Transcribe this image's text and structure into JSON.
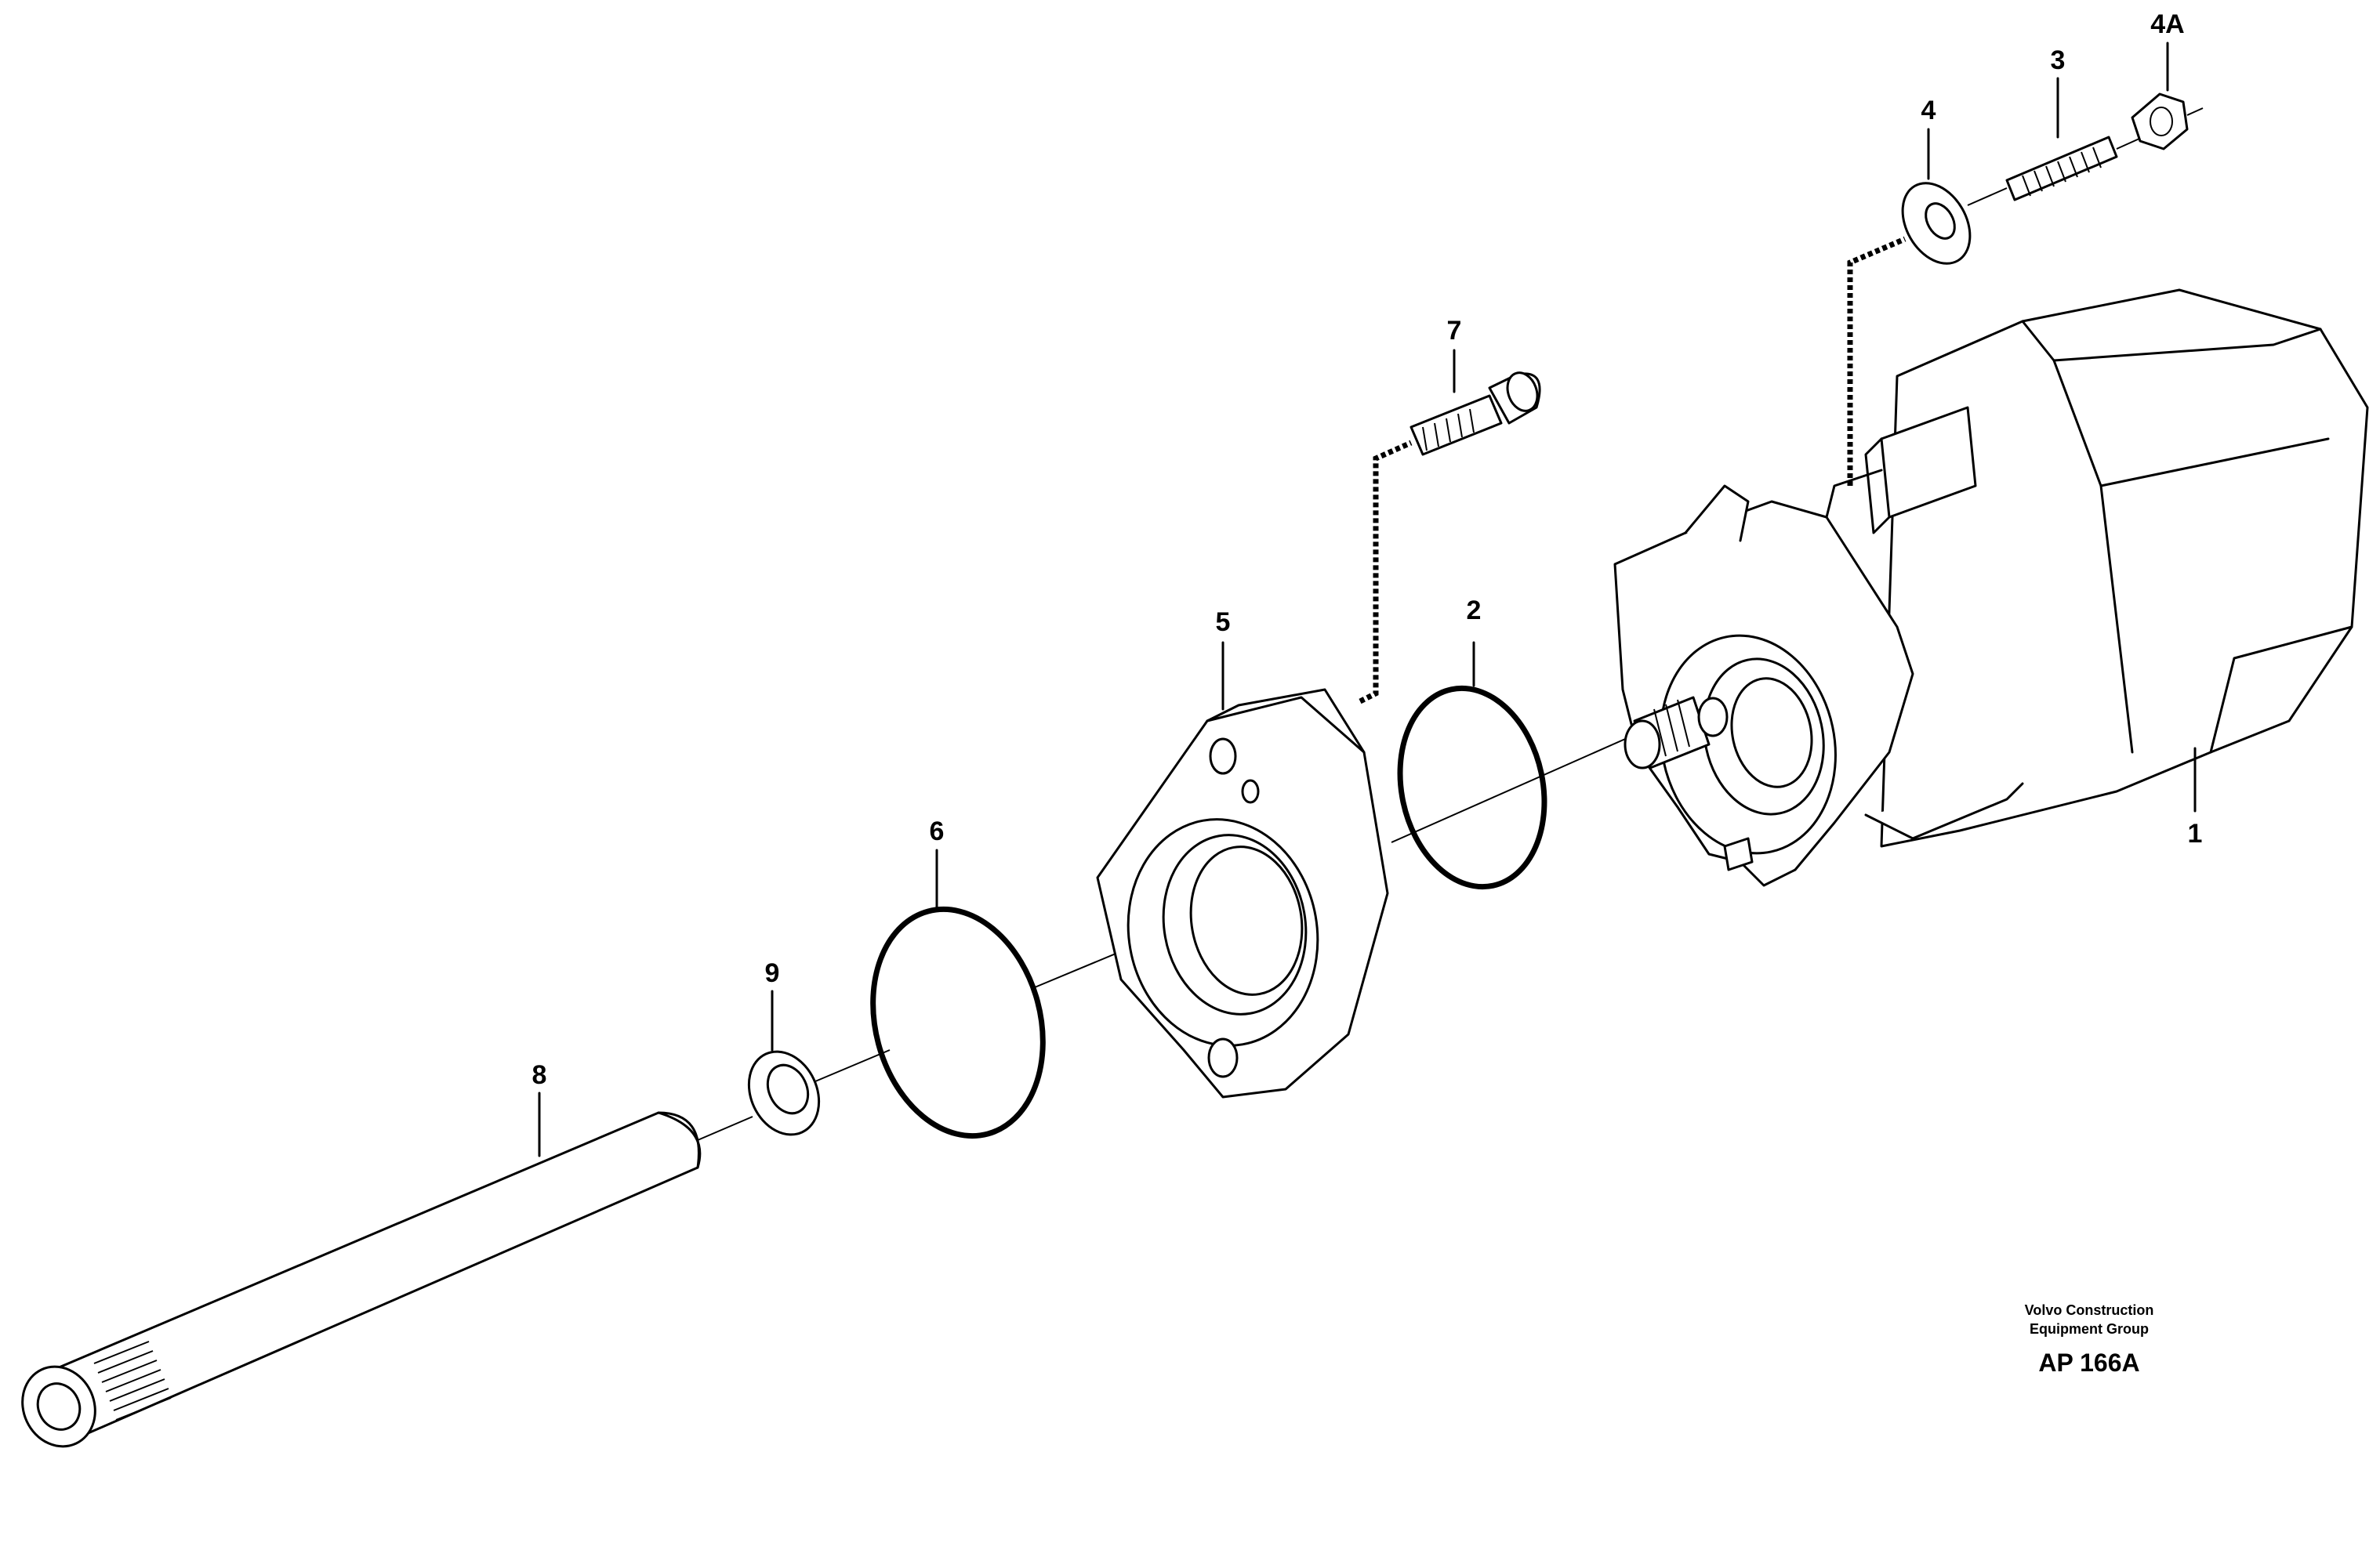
{
  "callouts": {
    "p1": "1",
    "p2": "2",
    "p3": "3",
    "p4": "4",
    "p4a": "4A",
    "p5": "5",
    "p6": "6",
    "p7": "7",
    "p8": "8",
    "p9": "9"
  },
  "footer": {
    "company_line1": "Volvo Construction",
    "company_line2": "Equipment Group",
    "drawing_code": "AP 166A"
  }
}
